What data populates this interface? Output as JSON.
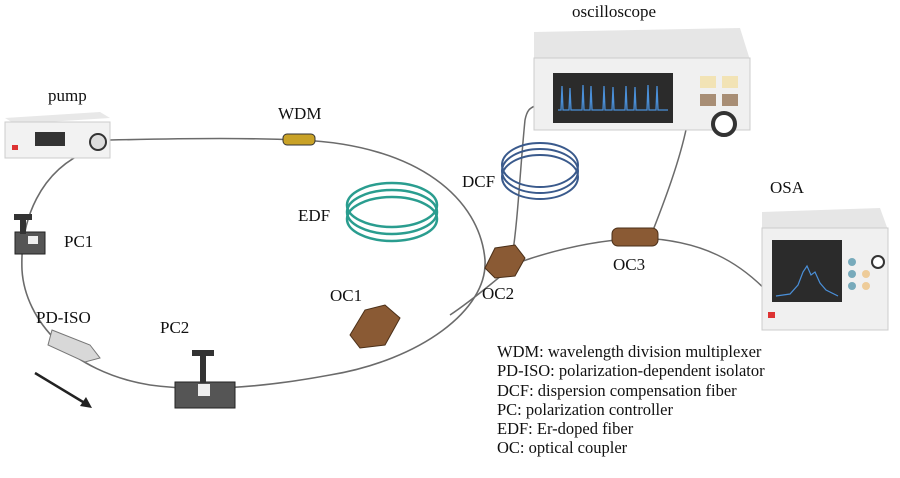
{
  "labels": {
    "pump": "pump",
    "wdm": "WDM",
    "edf": "EDF",
    "pc1": "PC1",
    "pd_iso": "PD-ISO",
    "pc2": "PC2",
    "oc1": "OC1",
    "oc2": "OC2",
    "oc3": "OC3",
    "dcf": "DCF",
    "oscilloscope": "oscilloscope",
    "osa": "OSA"
  },
  "legend": [
    "WDM: wavelength division multiplexer",
    "PD-ISO: polarization-dependent isolator",
    "DCF: dispersion compensation fiber",
    "PC: polarization controller",
    "EDF: Er-doped fiber",
    "OC: optical coupler"
  ],
  "colors": {
    "fiber": "#666666",
    "edf_coil": "#2a9d8f",
    "dcf_coil": "#3a5a8c",
    "coupler": "#8a5a34",
    "screen": "#2b2b2b",
    "trace": "#4a8fd8"
  }
}
